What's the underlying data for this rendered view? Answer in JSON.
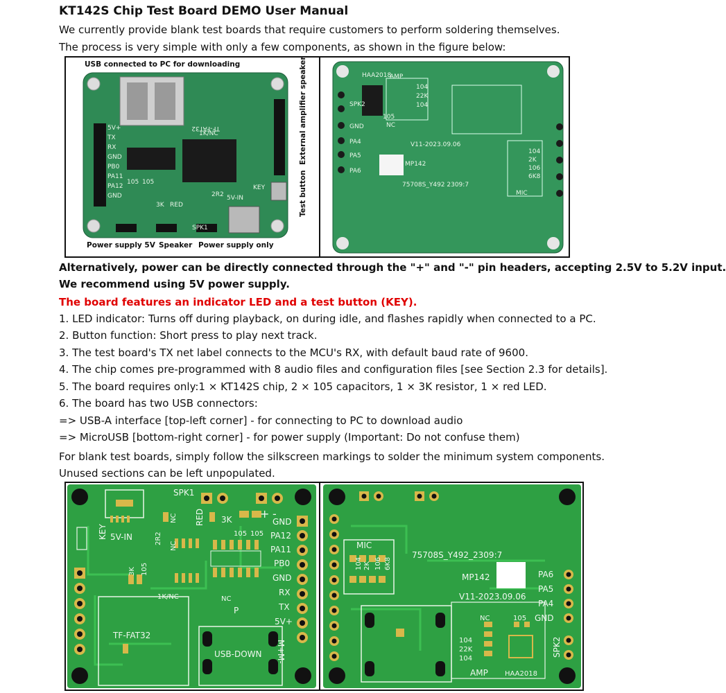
{
  "doc": {
    "title": "KT142S Chip Test Board DEMO User Manual",
    "intro1": "We currently provide blank test boards that require customers to perform soldering themselves.",
    "intro2": "The process is very simple with only a few components, as shown in the figure below:",
    "power1": "Alternatively, power can be directly connected through the \"+\" and \"-\" pin headers, accepting 2.5V to 5.2V input.",
    "power2": "We recommend using 5V power supply.",
    "feature": "The board features an indicator LED and a test button (KEY).",
    "items": [
      "1. LED indicator: Turns off during playback, on during idle, and flashes rapidly when connected to a PC.",
      "2. Button function: Short press to play next track.",
      "3. The test board's TX net label connects to the MCU's RX, with default baud rate of 9600.",
      "4. The chip comes pre-programmed with 8 audio files and configuration files [see Section 2.3 for details].",
      "5. The board requires only:1 × KT142S chip, 2 × 105 capacitors, 1 × 3K resistor, 1 × red LED.",
      "6. The board has two USB connectors:",
      "=> USB-A interface [top-left corner] - for connecting to PC to download audio",
      "=> MicroUSB [bottom-right corner] - for power supply (Important: Do not confuse them)"
    ],
    "outro1": "For blank test boards, simply follow the silkscreen markings to solder the minimum system components.",
    "outro2": "Unused sections can be left unpopulated."
  },
  "photo1": {
    "caption_usb": "USB connected to PC for downloading",
    "caption_speaker_ext": "External amplifier speaker",
    "caption_test_button": "Test button",
    "caption_power5v": "Power supply 5V",
    "caption_speaker": "Speaker",
    "caption_power_only": "Power supply only",
    "silk": [
      "TF-FAT32",
      "5V+",
      "TX",
      "RX",
      "GND",
      "PB0",
      "PA11",
      "PA12",
      "GND",
      "105",
      "105",
      "3K",
      "RED",
      "5V-IN",
      "KEY",
      "SPK1",
      "2R2",
      "1K/NC"
    ]
  },
  "photo2": {
    "silk": [
      "AMP",
      "HAA2018",
      "SPK2",
      "GND",
      "PA4",
      "PA5",
      "PA6",
      "NC",
      "105",
      "104",
      "22K",
      "104",
      "V11-2023.09.06",
      "MP142",
      "75708S_Y492 2309:7",
      "MIC",
      "104",
      "2K",
      "106",
      "6K8"
    ]
  },
  "pcb1": {
    "silk": [
      "SPK1",
      "RED",
      "3K",
      "GND",
      "PA12",
      "PA11",
      "PB0",
      "GND",
      "RX",
      "TX",
      "5V+",
      "M+",
      "M-",
      "P",
      "+",
      "-",
      "105",
      "105",
      "KEY",
      "5V-IN",
      "NC",
      "2R2",
      "3K",
      "105",
      "NC",
      "1K/NC",
      "NC",
      "TF-FAT32",
      "USB-DOWN"
    ]
  },
  "pcb2": {
    "silk": [
      "MIC",
      "104",
      "2K",
      "106",
      "6K8",
      "75708S_Y492_2309:7",
      "MP142",
      "PA6",
      "PA5",
      "PA4",
      "GND",
      "V11-2023.09.06",
      "NC",
      "105",
      "104",
      "22K",
      "104",
      "SPK2",
      "AMP",
      "HAA2018"
    ]
  },
  "colors": {
    "red_text": "#e00000",
    "pcb_green": "#2ea043",
    "pad_gold": "#d8b84a",
    "photo_green": "#2f8a55"
  }
}
